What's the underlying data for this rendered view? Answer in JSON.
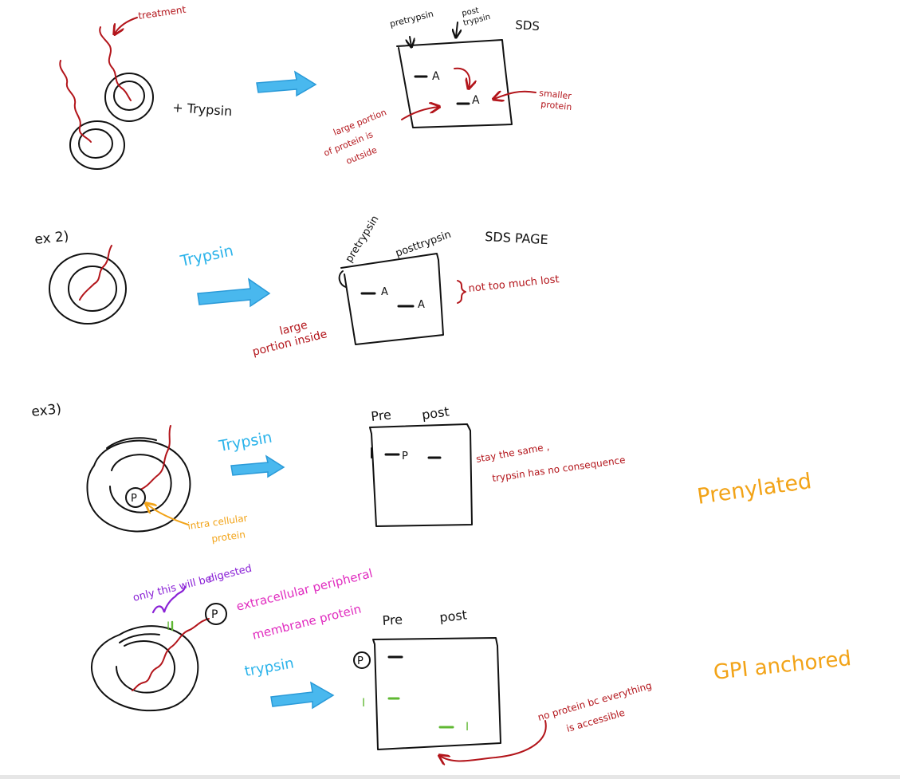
{
  "colors": {
    "ink": "#111111",
    "red": "#b3151b",
    "blue": "#2bb3ea",
    "orange": "#f2a317",
    "purple": "#8a22d6",
    "magenta": "#e02bbf",
    "green": "#5fb832"
  },
  "ex1": {
    "treatment": "treatment",
    "plus_trypsin": "+ Trypsin",
    "gel_title": "SDS",
    "lane_pre": "pretrypsin",
    "lane_post_1": "post",
    "lane_post_2": "trypsin",
    "band_a1": "A",
    "band_a2": "A",
    "smaller_1": "smaller",
    "smaller_2": "protein",
    "large_1": "large portion",
    "large_2": "of protein is",
    "large_3": "outside"
  },
  "ex2": {
    "label": "ex 2)",
    "trypsin": "Trypsin",
    "gel_title": "SDS PAGE",
    "lane_pre": "pretrypsin",
    "lane_post": "posttrypsin",
    "band_a1": "A",
    "band_a2": "A",
    "not_lost": "not too much lost",
    "large_1": "large",
    "large_2": "portion inside"
  },
  "ex3": {
    "label": "ex3)",
    "trypsin": "Trypsin",
    "lane_pre": "Pre",
    "lane_post": "post",
    "band_p": "P",
    "p_circle": "P",
    "stay_1": "stay the same ,",
    "stay_2": "trypsin has no consequence",
    "intra_1": "intra cellular",
    "intra_2": "protein",
    "prenylated": "Prenylated"
  },
  "ex4": {
    "only_1": "only this will be",
    "only_2": "digested",
    "p_circle": "P",
    "i_mark": "I",
    "extra_1": "extracellular peripheral",
    "extra_2": "membrane protein",
    "trypsin": "trypsin",
    "lane_pre": "Pre",
    "lane_post": "post",
    "gel_p": "P",
    "gel_i_left": "I",
    "gel_i_band": "I",
    "gpi": "GPI anchored",
    "no_prot_1": "no protein bc everything",
    "no_prot_2": "is accessible"
  }
}
